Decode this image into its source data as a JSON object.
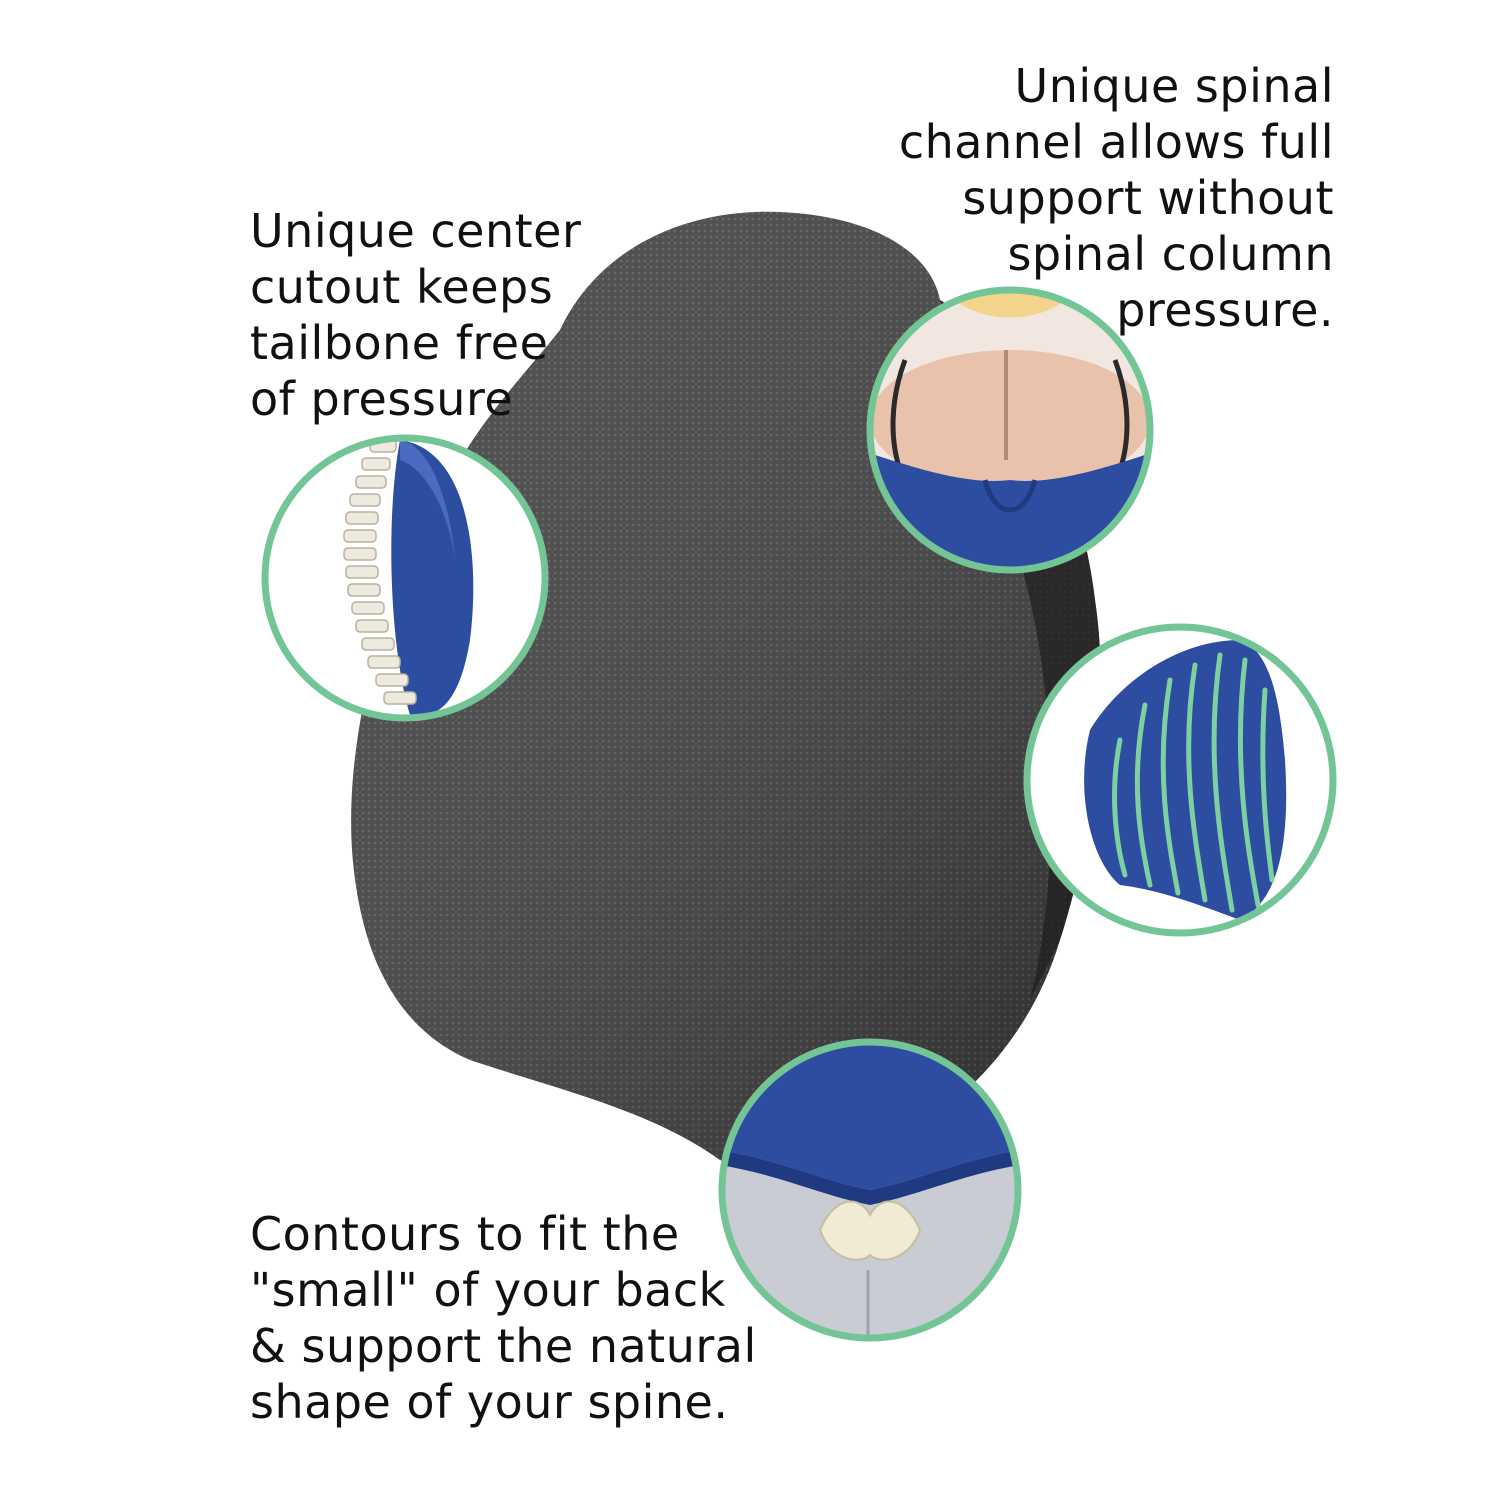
{
  "captions": {
    "center_cutout": [
      "Unique center",
      "cutout keeps",
      "tailbone free",
      "of pressure"
    ],
    "spinal_channel": [
      "Unique spinal",
      "channel allows full",
      "support without",
      "spinal column",
      "pressure."
    ],
    "contours": [
      "Contours to fit the",
      "\"small\" of your back",
      "& support the natural",
      "shape of your spine."
    ]
  },
  "colors": {
    "cushion": "#3c3c3c",
    "circle_ring": "#74c596",
    "foam_blue": "#2d4ea0",
    "background": "#ffffff"
  }
}
